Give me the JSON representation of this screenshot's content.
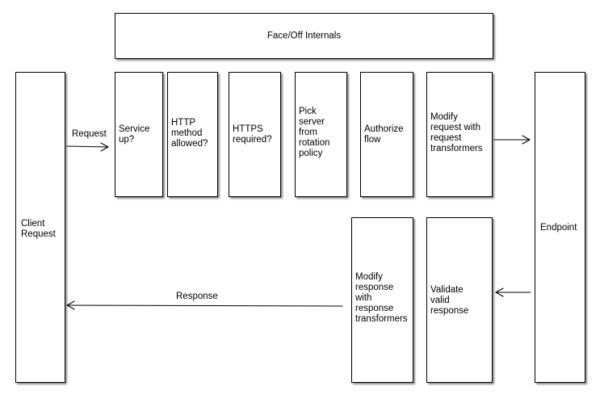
{
  "internals": {
    "title": "Face/Off Internals"
  },
  "client": {
    "label": "Client\nRequest"
  },
  "endpoint": {
    "label": "Endpoint"
  },
  "request_steps": [
    "Service\nup?",
    "HTTP\nmethod\nallowed?",
    "HTTPS\nrequired?",
    "Pick\nserver\nfrom\nrotation\npolicy",
    "Authorize\nflow",
    "Modify\nrequest with\nrequest\ntransformers"
  ],
  "response_steps": [
    "Modify\nresponse\nwith\nresponse\ntransformers",
    "Validate\nvalid\nresponse"
  ],
  "arrows": {
    "request_label": "Request",
    "response_label": "Response"
  }
}
